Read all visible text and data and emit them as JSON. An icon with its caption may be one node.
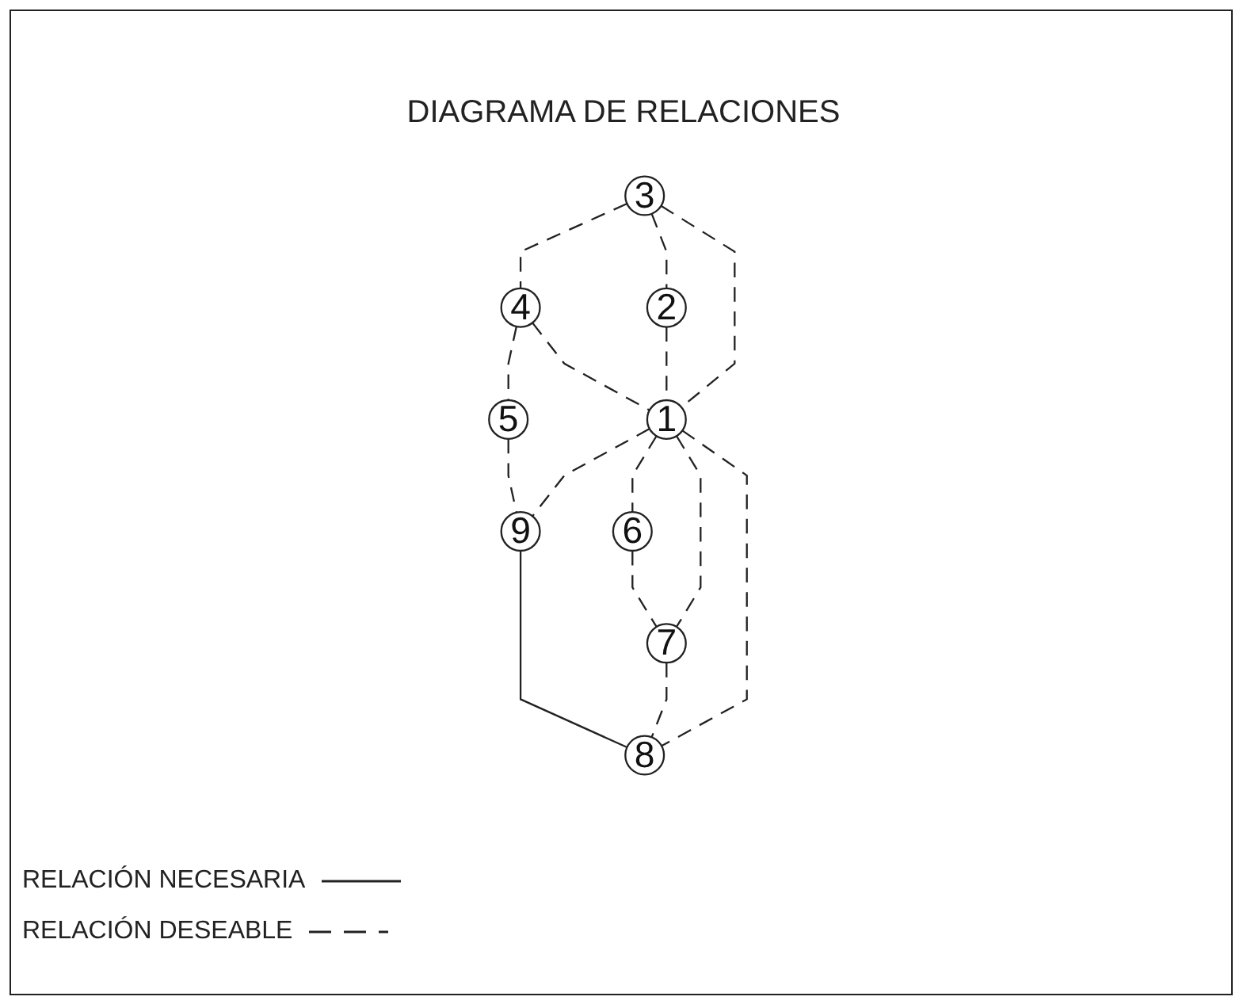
{
  "diagram": {
    "title": "DIAGRAMA DE RELACIONES",
    "nodes": [
      {
        "text": [
          "3"
        ]
      },
      {
        "text": [
          "4"
        ]
      },
      {
        "text": [
          "5"
        ]
      },
      {
        "text": [
          "2"
        ]
      },
      {
        "text": [
          "1"
        ]
      },
      {
        "text": [
          "9"
        ]
      },
      {
        "text": [
          "6"
        ]
      },
      {
        "text": [
          "7"
        ]
      },
      {
        "text": [
          "8"
        ]
      }
    ],
    "edges": [
      {
        "from": 0,
        "to": 1,
        "arrow": "none",
        "style": "dashed"
      },
      {
        "from": 1,
        "to": 2,
        "arrow": "none",
        "style": "dashed"
      },
      {
        "from": 0,
        "to": 3,
        "arrow": "none",
        "style": "dashed"
      },
      {
        "from": 0,
        "to": 4,
        "arrow": "none",
        "style": "dashed"
      },
      {
        "from": 1,
        "to": 4,
        "arrow": "none",
        "style": "dashed"
      },
      {
        "from": 2,
        "to": 5,
        "arrow": "none",
        "style": "dashed"
      },
      {
        "from": 3,
        "to": 4,
        "arrow": "none",
        "style": "dashed"
      },
      {
        "from": 4,
        "to": 5,
        "arrow": "none",
        "style": "dashed"
      },
      {
        "from": 4,
        "to": 6,
        "arrow": "none",
        "style": "dashed"
      },
      {
        "from": 4,
        "to": 7,
        "arrow": "none",
        "style": "dashed"
      },
      {
        "from": 4,
        "to": 8,
        "arrow": "none",
        "style": "dashed"
      },
      {
        "from": 5,
        "to": 8,
        "arrow": "none"
      },
      {
        "from": 6,
        "to": 7,
        "arrow": "none",
        "style": "dashed"
      },
      {
        "from": 7,
        "to": 8,
        "arrow": "none",
        "style": "dashed"
      }
    ],
    "legend": [
      {
        "text": "RELACIÓN NECESARIA"
      },
      {
        "text": "RELACIÓN DESEABLE"
      }
    ]
  }
}
